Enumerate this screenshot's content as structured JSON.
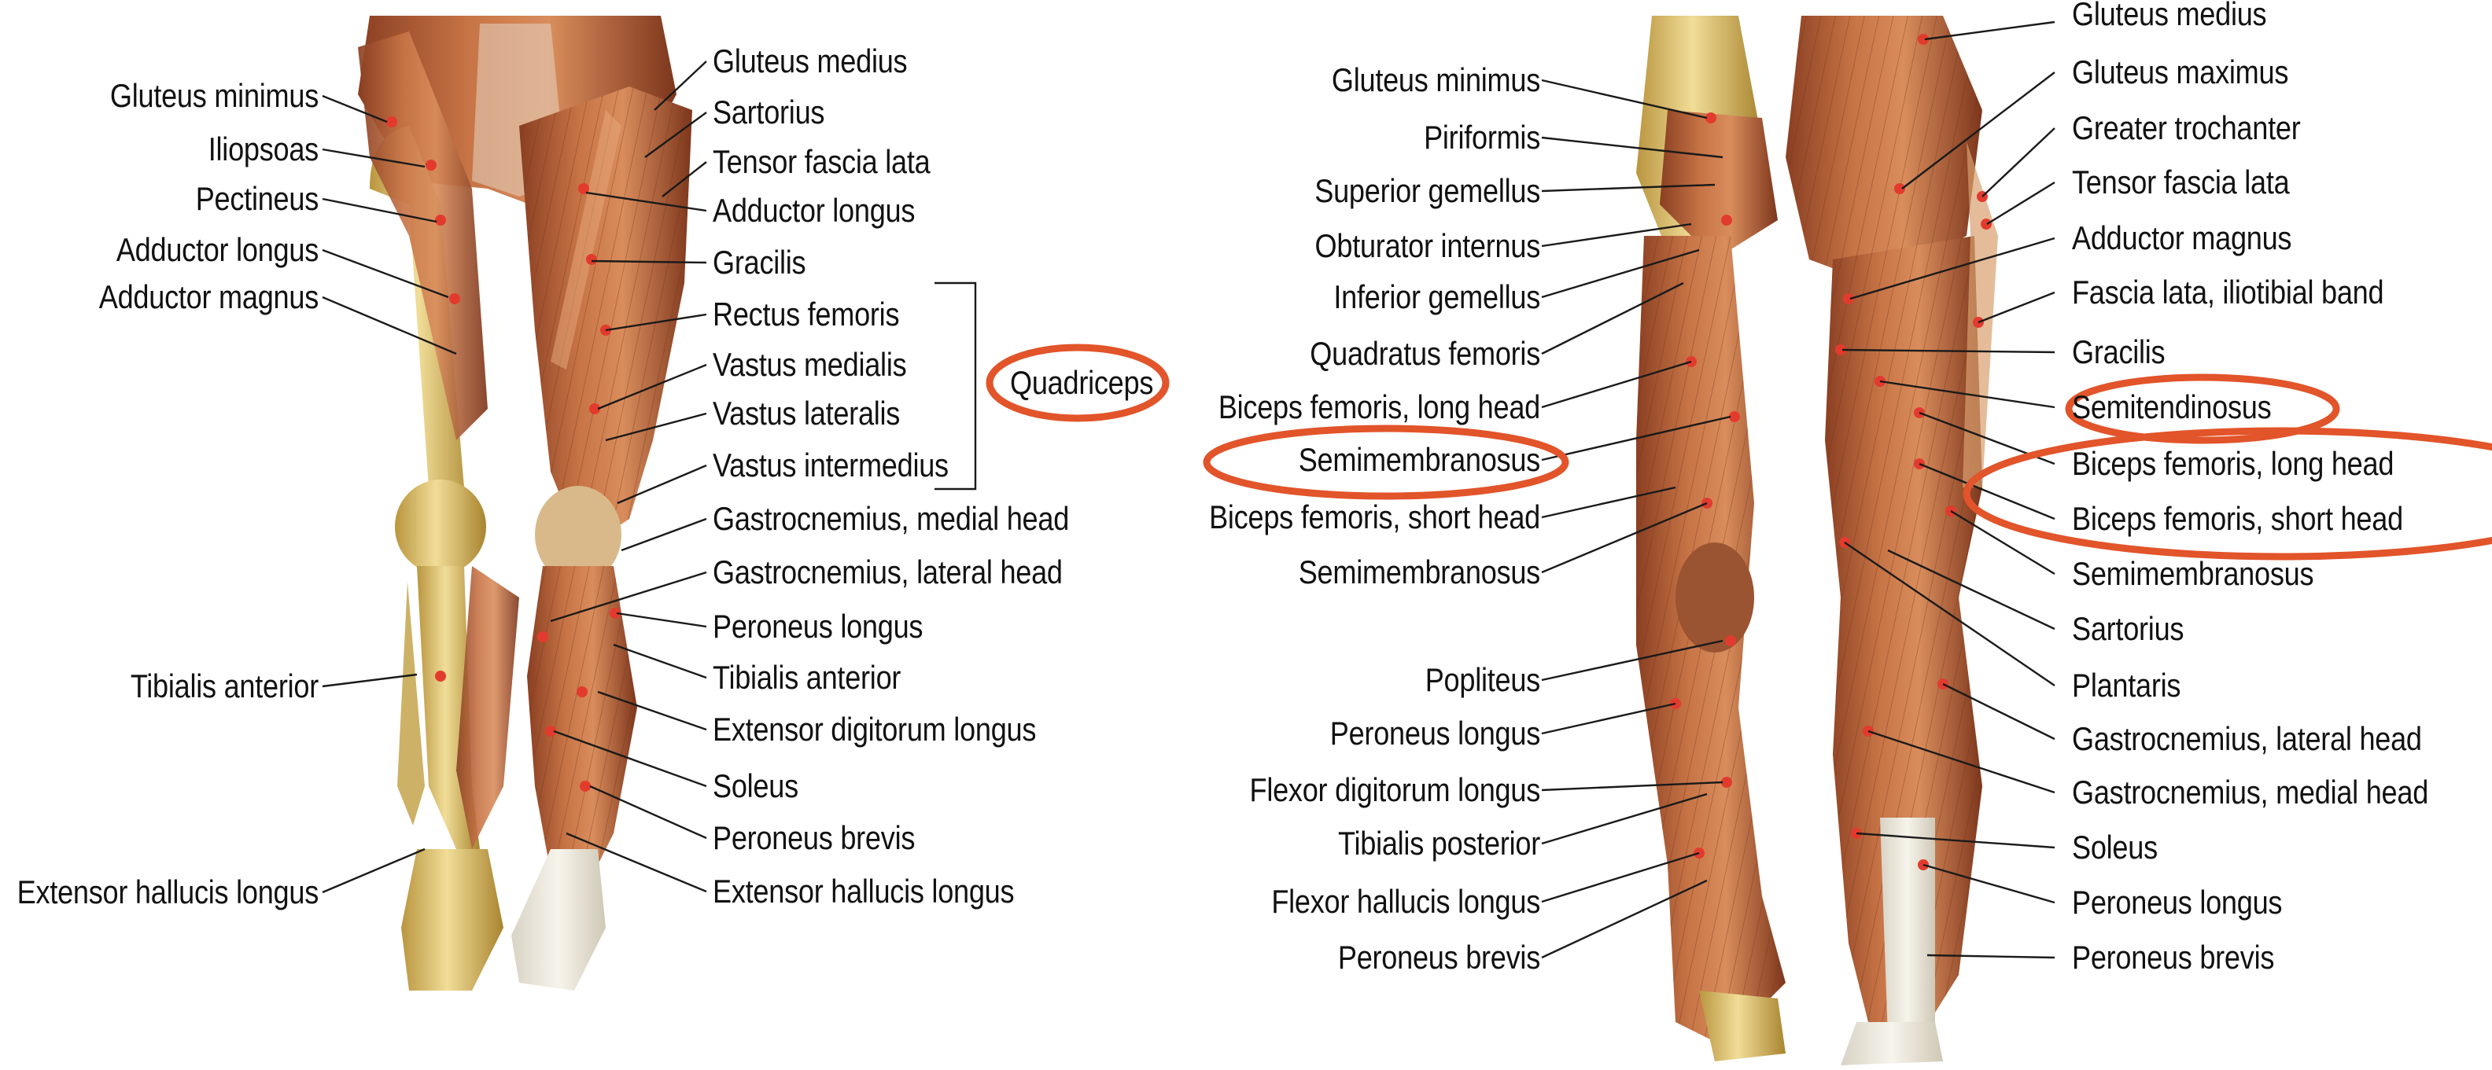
{
  "colors": {
    "highlight": "#e2542a",
    "muscle": "#b8623a",
    "bone": "#e5cf84",
    "label_text": "#111111",
    "attachment_dot": "#e23b2e"
  },
  "anterior_view": {
    "left_labels": [
      "Gluteus minimus",
      "Iliopsoas",
      "Pectineus",
      "Adductor longus",
      "Adductor magnus",
      "Tibialis anterior",
      "Extensor hallucis longus"
    ],
    "right_labels": [
      "Gluteus medius",
      "Sartorius",
      "Tensor fascia lata",
      "Adductor longus",
      "Gracilis",
      "Rectus femoris",
      "Vastus medialis",
      "Vastus lateralis",
      "Vastus intermedius",
      "Gastrocnemius, medial head",
      "Gastrocnemius, lateral head",
      "Peroneus longus",
      "Tibialis anterior",
      "Extensor digitorum longus",
      "Soleus",
      "Peroneus brevis",
      "Extensor hallucis longus"
    ],
    "group_label": "Quadriceps"
  },
  "posterior_view": {
    "left_labels": [
      "Gluteus minimus",
      "Piriformis",
      "Superior gemellus",
      "Obturator internus",
      "Inferior gemellus",
      "Quadratus femoris",
      "Biceps femoris, long head",
      "Semimembranosus",
      "Biceps femoris, short head",
      "Semimembranosus",
      "Popliteus",
      "Peroneus longus",
      "Flexor digitorum longus",
      "Tibialis posterior",
      "Flexor hallucis longus",
      "Peroneus brevis"
    ],
    "right_labels": [
      "Gluteus medius",
      "Gluteus maximus",
      "Greater trochanter",
      "Tensor fascia lata",
      "Adductor magnus",
      "Fascia lata, iliotibial band",
      "Gracilis",
      "Semitendinosus",
      "Biceps femoris, long head",
      "Biceps femoris, short head",
      "Semimembranosus",
      "Sartorius",
      "Plantaris",
      "Gastrocnemius, lateral head",
      "Gastrocnemius, medial head",
      "Soleus",
      "Peroneus longus",
      "Peroneus brevis"
    ]
  }
}
